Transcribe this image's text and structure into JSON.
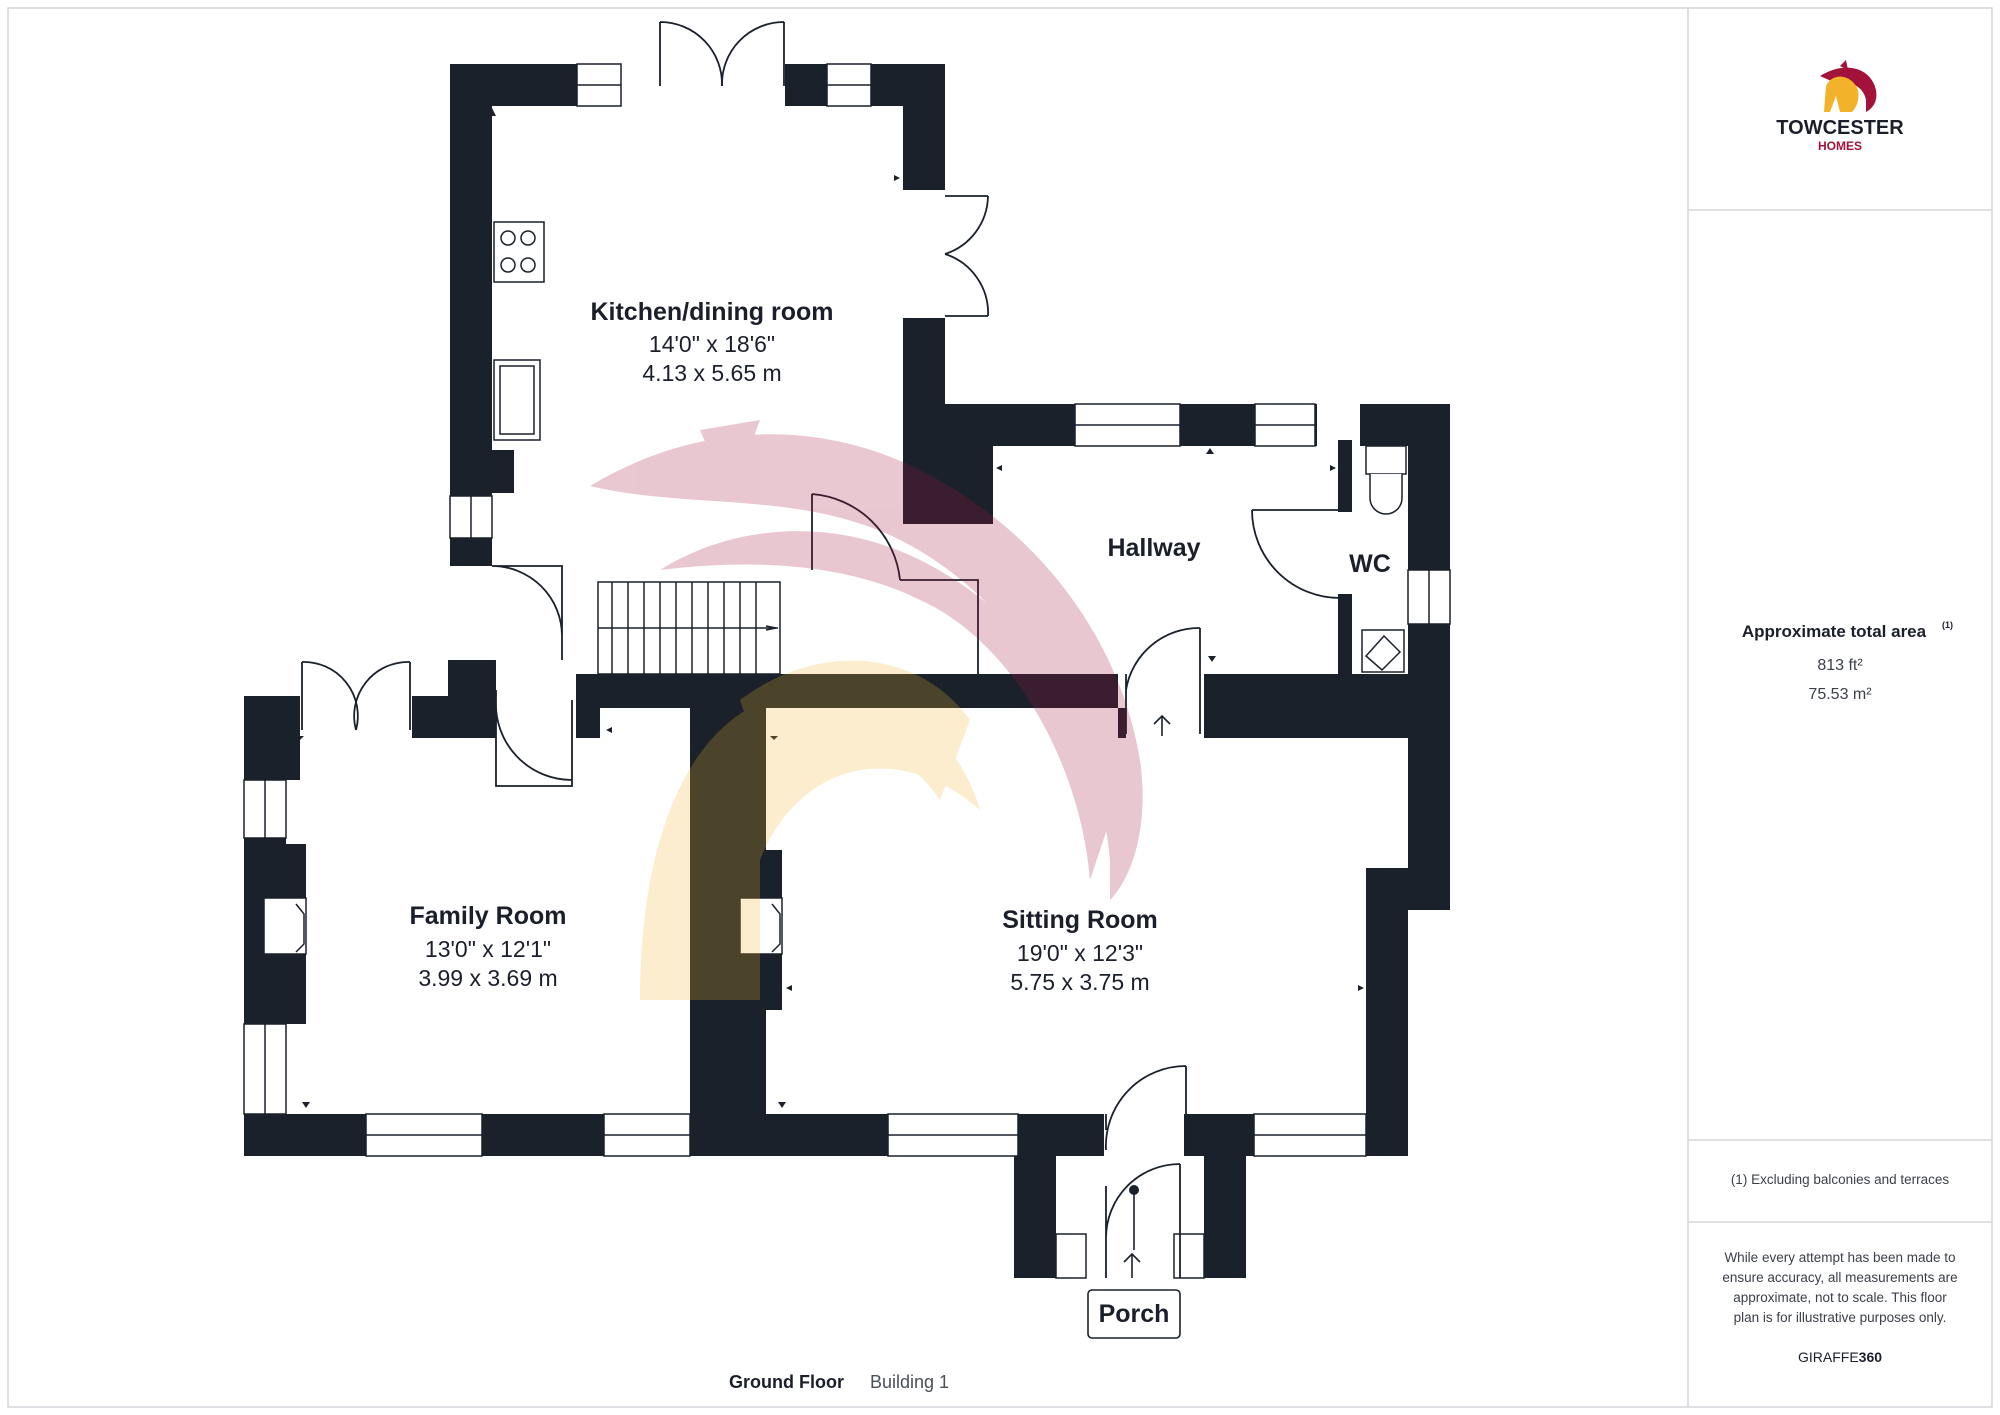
{
  "brand": {
    "name": "TOWCESTER",
    "sub": "HOMES",
    "accent": "#a3123a",
    "gold": "#f2b32b"
  },
  "colors": {
    "wall": "#1a212b",
    "line": "#1a212b",
    "border": "#d4d6da"
  },
  "rooms": {
    "kitchen": {
      "name": "Kitchen/dining room",
      "imperial": "14'0\" x 18'6\"",
      "metric": "4.13 x 5.65 m"
    },
    "hallway": {
      "name": "Hallway"
    },
    "wc": {
      "name": "WC"
    },
    "family": {
      "name": "Family Room",
      "imperial": "13'0\" x 12'1\"",
      "metric": "3.99 x 3.69 m"
    },
    "sitting": {
      "name": "Sitting Room",
      "imperial": "19'0\" x 12'3\"",
      "metric": "5.75 x 3.75 m"
    },
    "porch": {
      "name": "Porch"
    }
  },
  "floor": {
    "label": "Ground Floor",
    "building": "Building 1"
  },
  "area": {
    "title": "Approximate total area",
    "note_marker": "(1)",
    "imperial": "813 ft²",
    "metric": "75.53 m²"
  },
  "footnote": "(1) Excluding balconies and terraces",
  "disclaimer": [
    "While every attempt has been made to",
    "ensure accuracy, all measurements are",
    "approximate, not to scale. This floor",
    "plan is for illustrative purposes only."
  ],
  "credit": {
    "left": "GIRAFFE",
    "right": "360"
  }
}
